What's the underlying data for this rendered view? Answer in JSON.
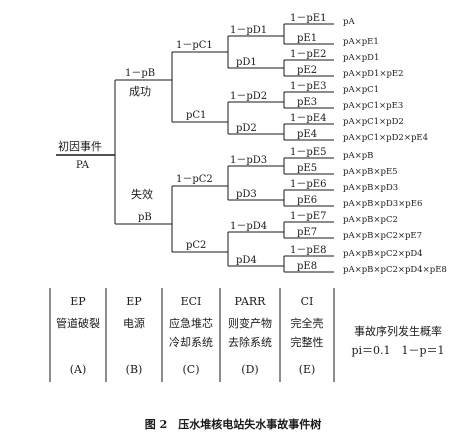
{
  "figure": {
    "initiating_event": {
      "name": "初因事件",
      "symbol": "PA"
    },
    "stage1": {
      "success_prob": "1－pB",
      "success_label": "成功",
      "failure_label": "失效",
      "failure_prob": "pB"
    },
    "stage2": {
      "upper_success": "1－pC1",
      "upper_failure": "pC1",
      "lower_success": "1－pC2",
      "lower_failure": "pC2"
    },
    "stage3": [
      {
        "success": "1－pD1",
        "failure": "pD1"
      },
      {
        "success": "1－pD2",
        "failure": "pD2"
      },
      {
        "success": "1－pD3",
        "failure": "pD3"
      },
      {
        "success": "1－pD4",
        "failure": "pD4"
      }
    ],
    "stage4": [
      {
        "success": "1－pE1",
        "failure": "pE1"
      },
      {
        "success": "1－pE2",
        "failure": "pE2"
      },
      {
        "success": "1－pE3",
        "failure": "pE3"
      },
      {
        "success": "1－pE4",
        "failure": "pE4"
      },
      {
        "success": "1－pE5",
        "failure": "pE5"
      },
      {
        "success": "1－pE6",
        "failure": "pE6"
      },
      {
        "success": "1－pE7",
        "failure": "pE7"
      },
      {
        "success": "1－pE8",
        "failure": "pE8"
      }
    ],
    "sequences": [
      "pA",
      "pA×pE1",
      "pA×pD1",
      "pA×pD1×pE2",
      "pA×pC1",
      "pA×pC1×pE3",
      "pA×pC1×pD2",
      "pA×pC1×pD2×pE4",
      "pA×pB",
      "pA×pB×pE5",
      "pA×pB×pD3",
      "pA×pB×pD3×pE6",
      "pA×pB×pC2",
      "pA×pB×pC2×pE7",
      "pA×pB×pC2×pD4",
      "pA×pB×pC2×pD4×pE8"
    ],
    "columns": [
      {
        "code": "EP",
        "name1": "管道破裂",
        "name2": "",
        "letter": "(A)"
      },
      {
        "code": "EP",
        "name1": "电源",
        "name2": "",
        "letter": "(B)"
      },
      {
        "code": "ECI",
        "name1": "应急堆芯",
        "name2": "冷却系统",
        "letter": "(C)"
      },
      {
        "code": "PARR",
        "name1": "则变产物",
        "name2": "去除系统",
        "letter": "(D)"
      },
      {
        "code": "CI",
        "name1": "完全壳",
        "name2": "完整性",
        "letter": "(E)"
      }
    ],
    "seq_column": {
      "title": "事故序列发生概率",
      "note": "pi＝0.1　1－p＝1"
    },
    "caption": "图 2　压水堆核电站失水事故事件树"
  }
}
